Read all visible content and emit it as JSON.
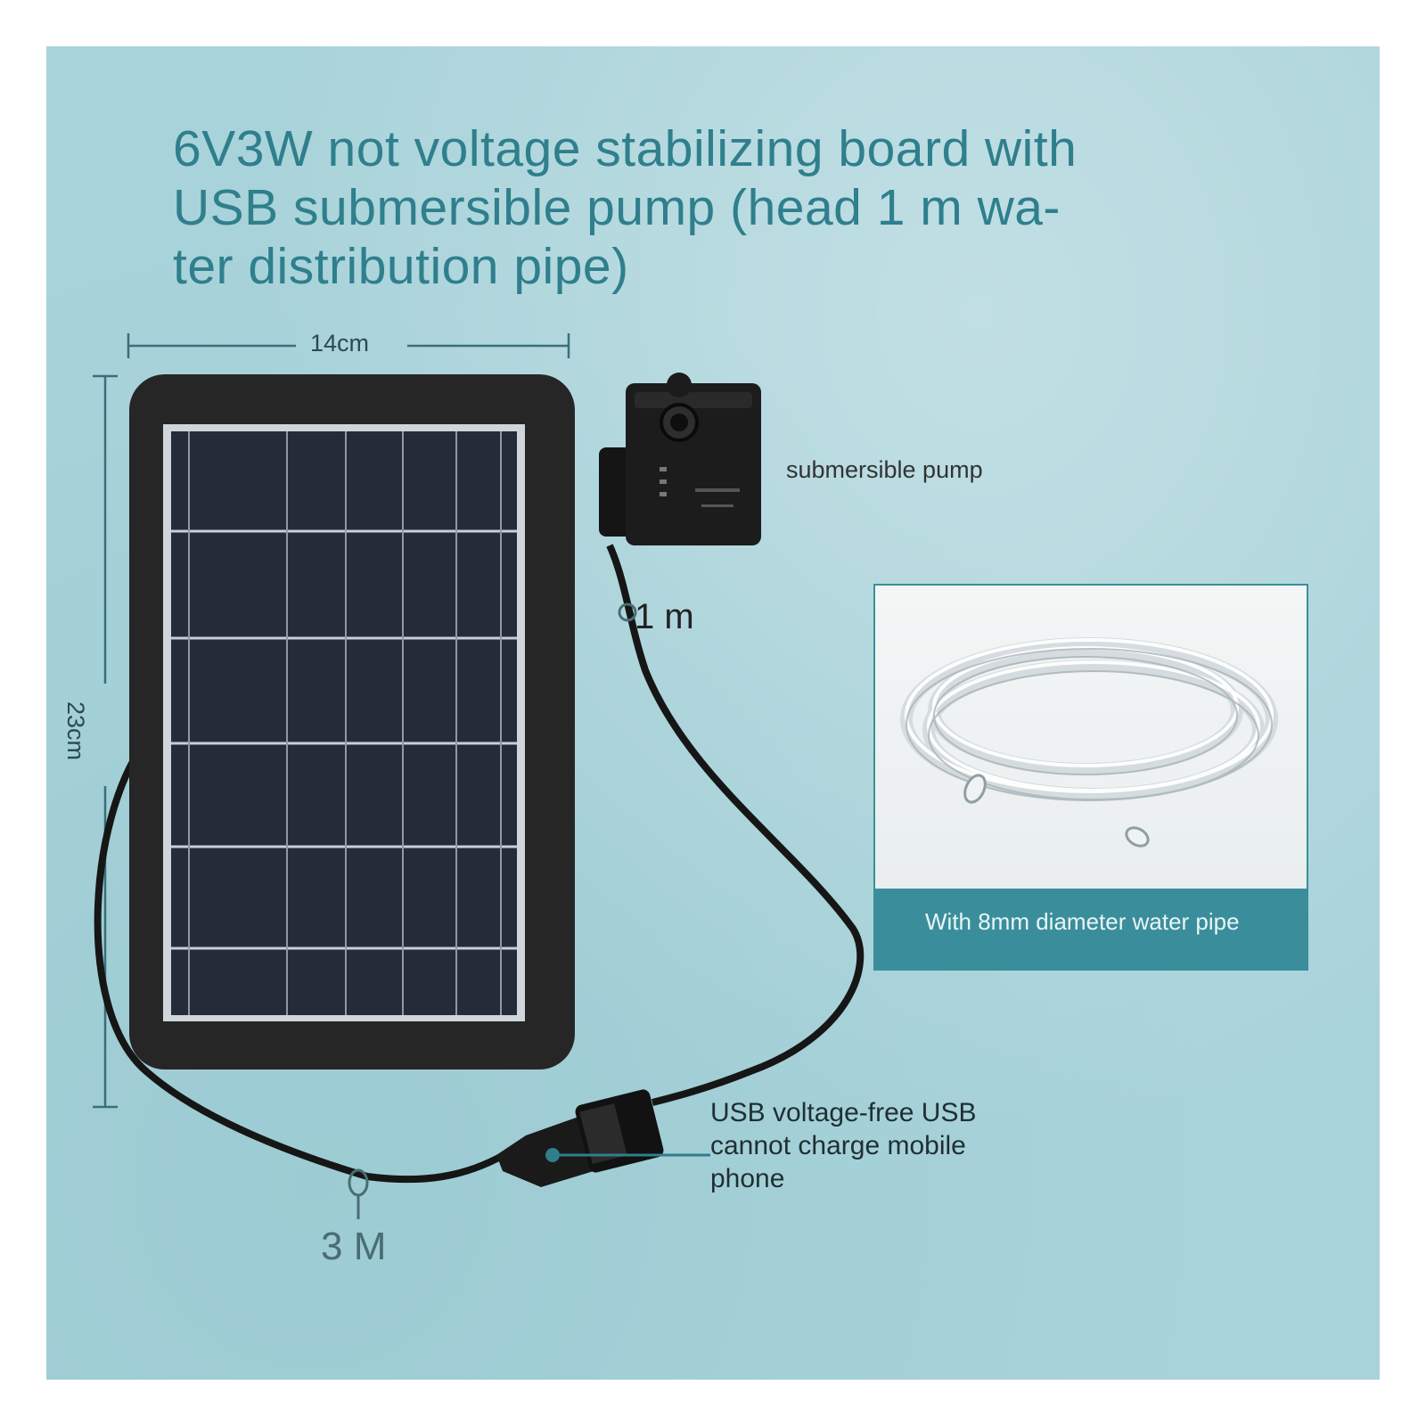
{
  "title": {
    "lines": [
      "6V3W not voltage stabilizing board with",
      "USB submersible pump (head 1 m wa-",
      "ter distribution pipe)"
    ]
  },
  "dimensions": {
    "width_label": "14cm",
    "height_label": "23cm"
  },
  "pump": {
    "label": "submersible pump"
  },
  "cables": {
    "pump_cable_length": "1 m",
    "panel_cable_length": "3 M"
  },
  "pipe": {
    "caption": "With 8mm diameter water pipe"
  },
  "usb": {
    "note_lines": [
      "USB voltage-free USB",
      "cannot charge mobile",
      "phone"
    ]
  },
  "colors": {
    "background": "#a9d3da",
    "title_text": "#2f7f8c",
    "accent": "#3a8e9b",
    "panel_frame": "#262626",
    "panel_cells": "#262b3a"
  }
}
